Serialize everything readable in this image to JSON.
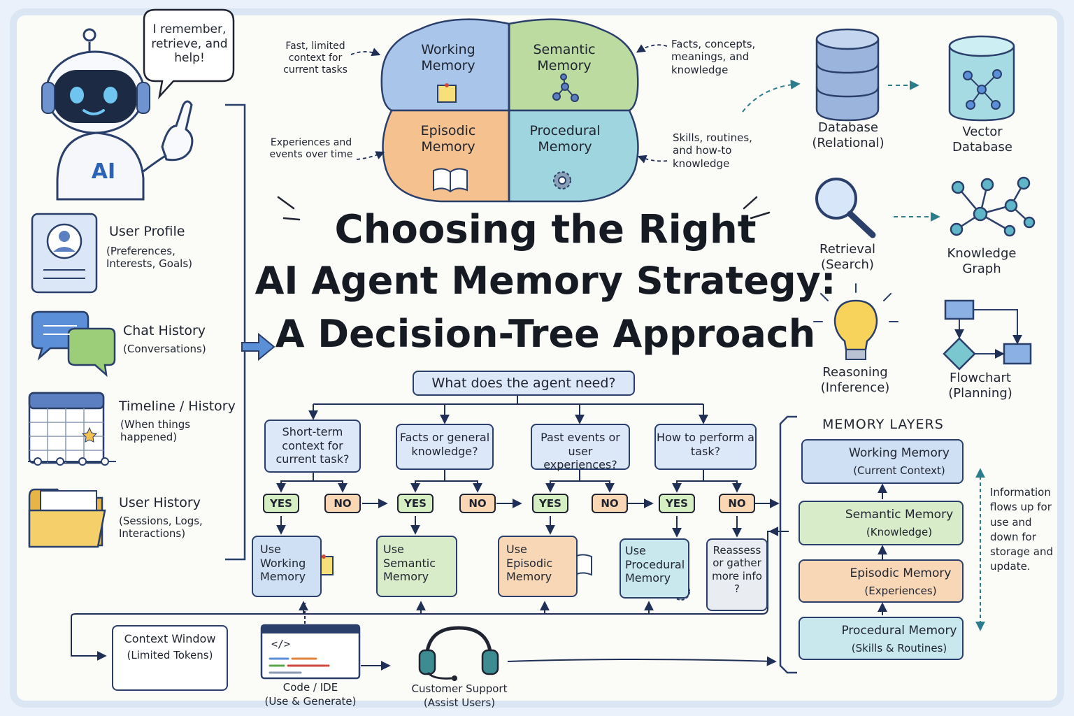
{
  "title": {
    "line1": "Choosing the Right",
    "line2": "AI Agent Memory Strategy:",
    "line3": "A Decision-Tree Approach"
  },
  "robot": {
    "speech": "I remember, retrieve, and help!",
    "chest": "AI"
  },
  "left_items": [
    {
      "title": "User Profile",
      "sub": "(Preferences, Interests, Goals)",
      "icon": "user-profile-icon"
    },
    {
      "title": "Chat History",
      "sub": "(Conversations)",
      "icon": "chat-bubbles-icon"
    },
    {
      "title": "Timeline / History",
      "sub": "(When things happened)",
      "icon": "calendar-icon"
    },
    {
      "title": "User History",
      "sub": "(Sessions, Logs, Interactions)",
      "icon": "folder-icon"
    }
  ],
  "brain": {
    "quadrants": [
      "Working Memory",
      "Semantic Memory",
      "Episodic Memory",
      "Procedural Memory"
    ],
    "notes": [
      "Fast, limited context for current tasks",
      "Facts, concepts, meanings, and knowledge",
      "Experiences and events over time",
      "Skills, routines, and how-to knowledge"
    ]
  },
  "right_icons": [
    {
      "label": "Database (Relational)",
      "icon": "database-icon"
    },
    {
      "label": "Vector Database",
      "icon": "vector-database-icon"
    },
    {
      "label": "Retrieval (Search)",
      "icon": "magnifier-icon"
    },
    {
      "label": "Knowledge Graph",
      "icon": "knowledge-graph-icon"
    },
    {
      "label": "Reasoning (Inference)",
      "icon": "lightbulb-icon"
    },
    {
      "label": "Flowchart (Planning)",
      "icon": "flowchart-icon"
    }
  ],
  "tree": {
    "root": "What does the agent need?",
    "yes": "YES",
    "no": "NO",
    "questions": [
      "Short-term context for current task?",
      "Facts or general knowledge?",
      "Past events or user experiences?",
      "How to perform a task?"
    ],
    "results": [
      "Use Working Memory",
      "Use Semantic Memory",
      "Use Episodic Memory",
      "Use Procedural Memory",
      "Reassess or gather more info ?"
    ]
  },
  "layers": {
    "heading": "MEMORY LAYERS",
    "items": [
      {
        "title": "Working Memory",
        "sub": "(Current Context)"
      },
      {
        "title": "Semantic Memory",
        "sub": "(Knowledge)"
      },
      {
        "title": "Episodic Memory",
        "sub": "(Experiences)"
      },
      {
        "title": "Procedural Memory",
        "sub": "(Skills & Routines)"
      }
    ],
    "note": "Information flows up for use and down for storage and update."
  },
  "bottom": [
    {
      "title": "Context Window",
      "sub": "(Limited Tokens)"
    },
    {
      "title": "Code / IDE",
      "sub": "(Use & Generate)",
      "code": "</>"
    },
    {
      "title": "Customer Support",
      "sub": "(Assist Users)"
    }
  ],
  "colors": {
    "ink": "#2b3f6b",
    "blue": "#cfe0f4",
    "green": "#d8ecc9",
    "orange": "#f8d7b6",
    "teal": "#c9e8ee"
  }
}
